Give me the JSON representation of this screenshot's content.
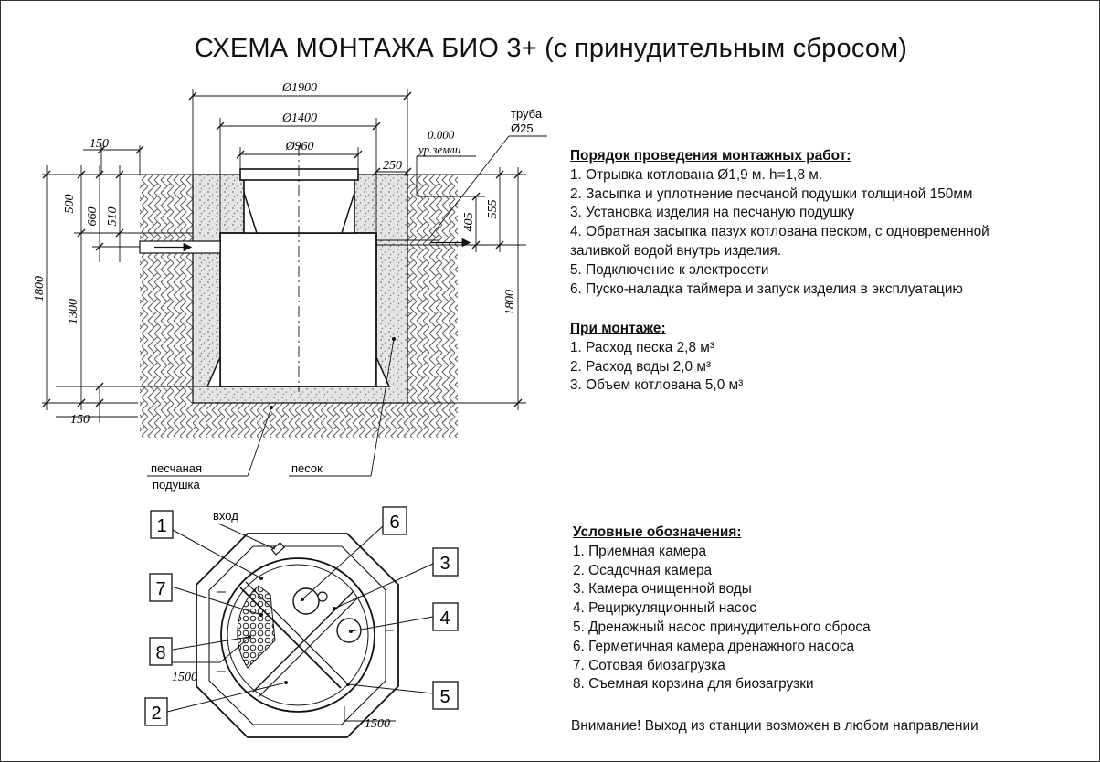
{
  "title": "СХЕМА МОНТАЖА БИО 3+ (с принудительным сбросом)",
  "work_order": {
    "heading": "Порядок проведения монтажных работ:",
    "items": [
      "1. Отрывка котлована Ø1,9 м. h=1,8 м.",
      "2. Засыпка и уплотнение песчаной подушки толщиной 150мм",
      "3. Установка изделия на песчаную подушку",
      "4. Обратная засыпка пазух котлована песком, с одновременной",
      "заливкой водой внутрь изделия.",
      "5. Подключение к электросети",
      "6. Пуско-наладка таймера и запуск изделия в эксплуатацию"
    ]
  },
  "installation": {
    "heading": "При монтаже:",
    "items": [
      "1. Расход песка 2,8 м³",
      "2. Расход воды 2,0 м³",
      "3. Объем котлована 5,0 м³"
    ]
  },
  "legend": {
    "heading": "Условные обозначения:",
    "items": [
      "1. Приемная камера",
      "2. Осадочная камера",
      "3. Камера очищенной воды",
      "4. Рециркуляционный насос",
      "5. Дренажный насос принудительного сброса",
      "6. Герметичная камера дренажного насоса",
      "7. Сотовая биозагрузка",
      "8. Съемная корзина для биозагрузки"
    ]
  },
  "warning": "Внимание! Выход из станции возможен в любом направлении",
  "section_drawing": {
    "dim_1900": "Ø1900",
    "dim_1400": "Ø1400",
    "dim_960": "Ø960",
    "dim_150_top": "150",
    "dim_150_bottom": "150",
    "dim_250": "250",
    "level_value": "0.000",
    "level_label": "ур.земли",
    "pipe_label": "труба",
    "pipe_diameter": "Ø25",
    "dim_500": "500",
    "dim_660": "660",
    "dim_510": "510",
    "dim_1800_left": "1800",
    "dim_1300": "1300",
    "dim_405": "405",
    "dim_555": "555",
    "dim_1800_right": "1800",
    "label_sand_cushion_1": "песчаная",
    "label_sand_cushion_2": "подушка",
    "label_sand": "песок"
  },
  "plan_drawing": {
    "inlet_label": "вход",
    "dim_1500_left": "1500",
    "dim_1500_bottom": "1500",
    "callouts": [
      "1",
      "2",
      "3",
      "4",
      "5",
      "6",
      "7",
      "8"
    ]
  },
  "colors": {
    "ink": "#111111",
    "sand": "#d9d9d9",
    "soil_hatch": "#555555",
    "background": "#ffffff"
  }
}
